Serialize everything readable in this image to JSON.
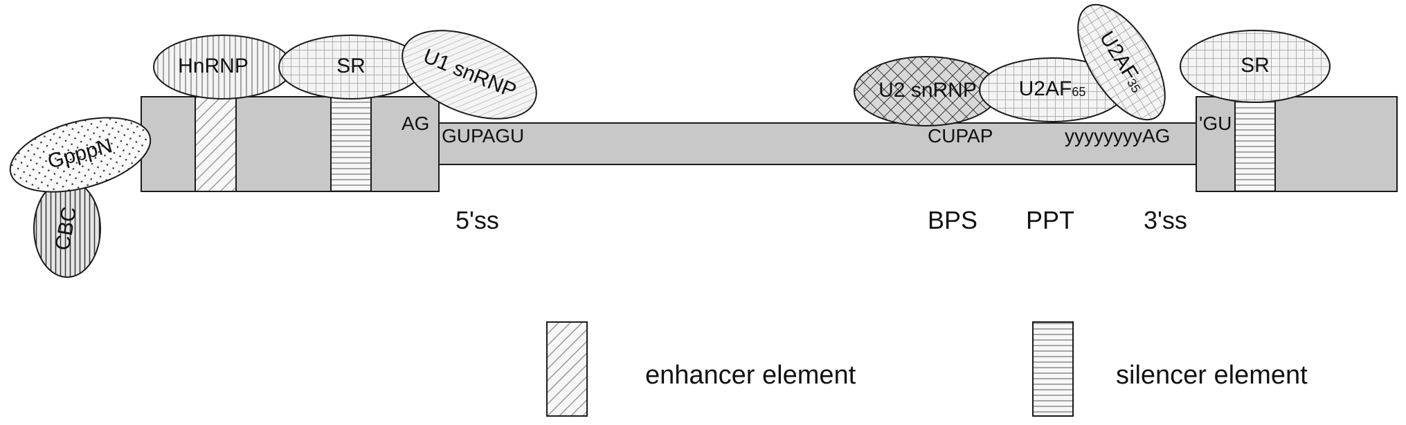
{
  "colors": {
    "block_fill": "#c8c8c8",
    "stroke": "#1a1a1a",
    "protein_fill": "#f2f2f2",
    "background": "#ffffff"
  },
  "proteins": {
    "gpppn": "GpppN",
    "cbc": "CBC",
    "hnrnp": "HnRNP",
    "sr_left": "SR",
    "u1": "U1 snRNP",
    "u2": "U2 snRNP",
    "u2af65_base": "U2AF",
    "u2af65_sub": "65",
    "u2af35_base": "U2AF",
    "u2af35_sub": "35",
    "sr_right": "SR"
  },
  "sequences": {
    "exon1_end": "AG",
    "intron_5prime": "GUPAGU",
    "branch": "CUPAP",
    "tract": "yyyyyyyyAG",
    "exon2_start": "'GU"
  },
  "sites": {
    "five_ss": "5'ss",
    "bps": "BPS",
    "ppt": "PPT",
    "three_ss": "3'ss"
  },
  "legend": {
    "enhancer": "enhancer element",
    "silencer": "silencer element"
  }
}
